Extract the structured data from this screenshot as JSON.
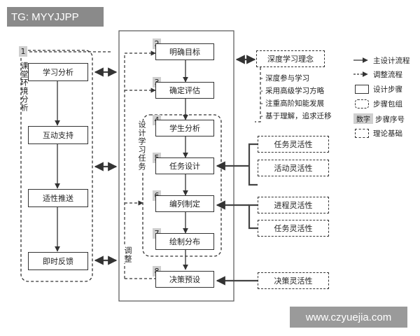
{
  "watermark_top": "TG: MYYJJPP",
  "watermark_bottom": "www.czyuejia.com",
  "env": {
    "num": "1",
    "title": "课堂环境分析",
    "steps": [
      "学习分析",
      "互动支持",
      "适性推送",
      "即时反馈"
    ]
  },
  "design_task": "设计学习任务",
  "adjust": "调整",
  "steps": [
    {
      "num": "2",
      "label": "明确目标"
    },
    {
      "num": "3",
      "label": "确定评估"
    },
    {
      "num": "4",
      "label": "学生分析"
    },
    {
      "num": "5",
      "label": "任务设计"
    },
    {
      "num": "6",
      "label": "编列制定"
    },
    {
      "num": "7",
      "label": "绘制分布"
    },
    {
      "num": "8",
      "label": "决策预设"
    }
  ],
  "theory": {
    "title": "深度学习理念",
    "items": [
      "深度参与学习",
      "采用高级学习方略",
      "注重高阶知能发展",
      "基于理解，追求迁移"
    ]
  },
  "flex": [
    "任务灵活性",
    "活动灵活性",
    "进程灵活性",
    "任务灵活性",
    "决策灵活性"
  ],
  "legend": {
    "main_flow": "主设计流程",
    "adjust_flow": "调整流程",
    "design_step": "设计步骤",
    "step_group": "步骤包组",
    "step_number_sample": "数字",
    "step_number": "步骤序号",
    "theory_base": "理论基础"
  }
}
